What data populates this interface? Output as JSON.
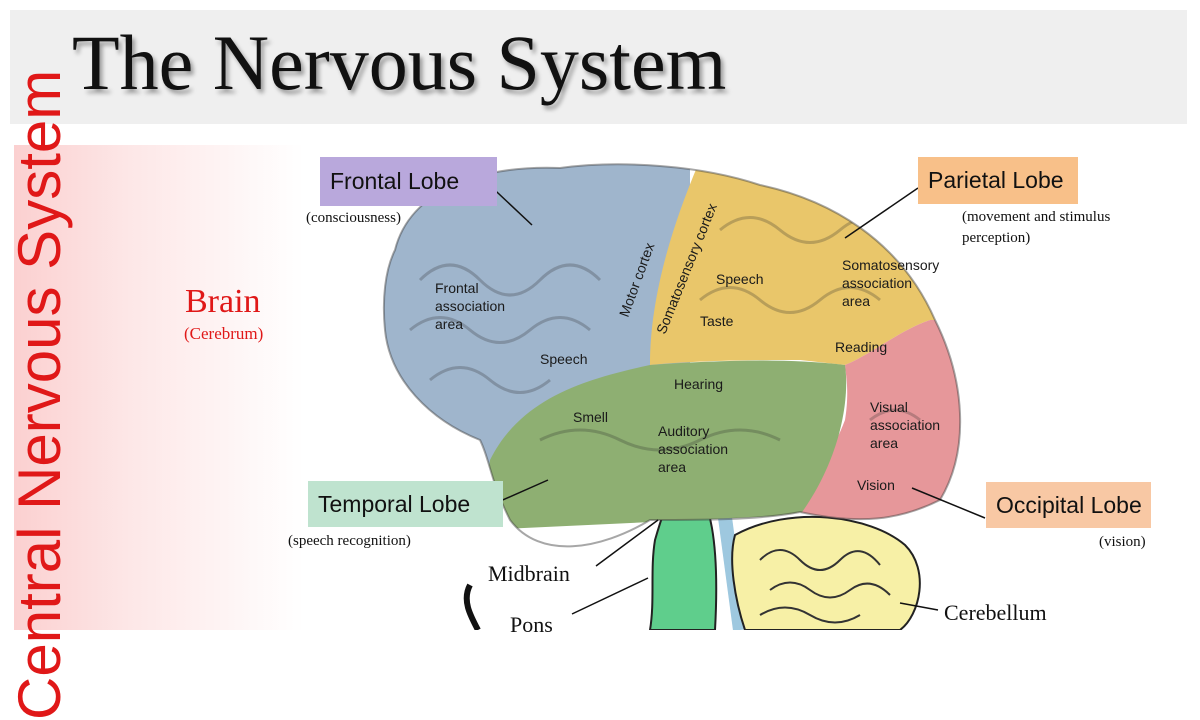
{
  "title": "The Nervous System",
  "side_title": "Central Nervous System",
  "brain": {
    "label": "Brain",
    "sublabel": "(Cerebrum)"
  },
  "lobes": {
    "frontal": {
      "label": "Frontal Lobe",
      "note": "(consciousness)",
      "color": "#b9a8dc"
    },
    "parietal": {
      "label": "Parietal Lobe",
      "note": "(movement and stimulus perception)",
      "color": "#f8c089"
    },
    "temporal": {
      "label": "Temporal Lobe",
      "note": "(speech recognition)",
      "color": "#bfe3cf"
    },
    "occipital": {
      "label": "Occipital Lobe",
      "note": "(vision)",
      "color": "#f8c8a4"
    }
  },
  "regions": {
    "frontal_association": "Frontal association area",
    "motor_cortex": "Motor cortex",
    "somatosensory_cortex": "Somatosensory cortex",
    "speech_parietal": "Speech",
    "taste": "Taste",
    "somatosensory_association": "Somatosensory association area",
    "reading": "Reading",
    "speech_frontal": "Speech",
    "hearing": "Hearing",
    "smell": "Smell",
    "auditory_association": "Auditory association area",
    "visual_association": "Visual association area",
    "vision": "Vision"
  },
  "parts": {
    "midbrain": "Midbrain",
    "pons": "Pons",
    "cerebellum": "Cerebellum"
  }
}
